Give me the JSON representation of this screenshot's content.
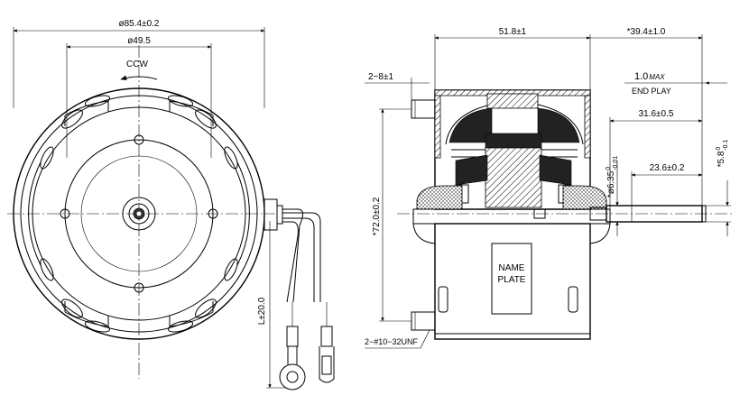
{
  "front_view": {
    "outer_diameter": "ø85.4±0.2",
    "inner_diameter": "ø49.5",
    "rotation": "CCW",
    "lead_length": "L±20.0"
  },
  "side_view": {
    "body_length": "51.8±1",
    "shaft_extension": "*39.4±1.0",
    "end_play_value": "1.0",
    "end_play_max": "MAX",
    "end_play_label": "END PLAY",
    "mount_holes_top": "2−8±1",
    "dim_31_6": "31.6±0.5",
    "dim_23_6": "23.6±0.2",
    "overall_height": "*72.0±0.2",
    "shaft_dia_base": "*ø6.35",
    "shaft_dia_tol_upper": "0",
    "shaft_dia_tol_lower": "-0.01",
    "flat_base": "*5.8",
    "flat_tol_upper": "0",
    "flat_tol_lower": "-0.1",
    "nameplate_line1": "NAME",
    "nameplate_line2": "PLATE",
    "thread_spec": "2−#10−32UNF"
  }
}
